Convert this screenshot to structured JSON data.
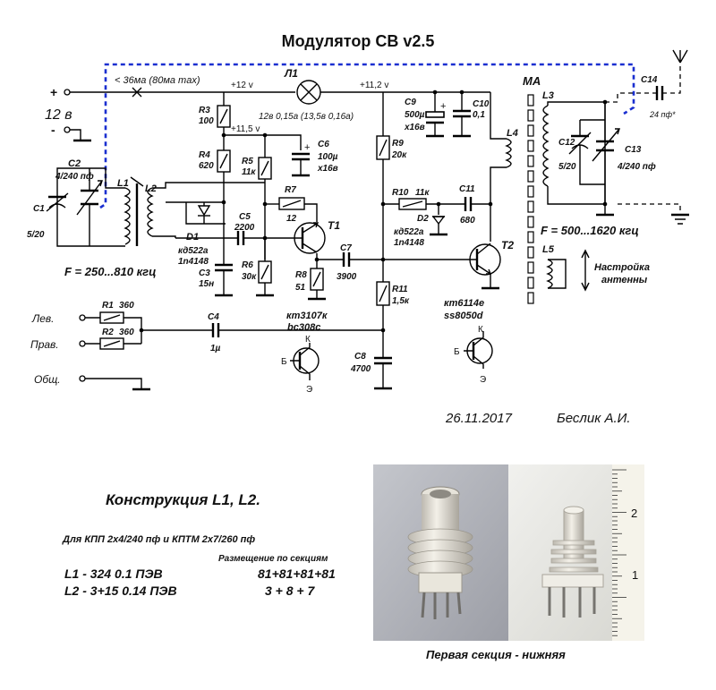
{
  "title": "Модулятор СВ  v2.5",
  "date": "26.11.2017",
  "author": "Беслик А.И.",
  "supply": {
    "voltage": "12 в",
    "plus": "+",
    "minus": "-"
  },
  "current_note": "< 36ма  (80ма max)",
  "rails": {
    "v12": "+12 v",
    "v115": "+11,5 v",
    "v112": "+11,2 v"
  },
  "lamp": {
    "ref": "Л1",
    "value": "12в 0,15а  (13,5в 0,16а)"
  },
  "components": {
    "c1": {
      "ref": "C1",
      "value": "5/20"
    },
    "c2": {
      "ref": "C2",
      "value": "4/240 пф"
    },
    "l1": {
      "ref": "L1"
    },
    "l2": {
      "ref": "L2"
    },
    "r3": {
      "ref": "R3",
      "value": "100"
    },
    "r4": {
      "ref": "R4",
      "value": "620"
    },
    "r5": {
      "ref": "R5",
      "value": "11к"
    },
    "r6": {
      "ref": "R6",
      "value": "30к"
    },
    "r7": {
      "ref": "R7",
      "value": "12"
    },
    "r8": {
      "ref": "R8",
      "value": "51"
    },
    "r9": {
      "ref": "R9",
      "value": "20к"
    },
    "r10": {
      "ref": "R10",
      "value": "11к"
    },
    "r11": {
      "ref": "R11",
      "value": "1,5к"
    },
    "c3": {
      "ref": "C3",
      "value": "15н"
    },
    "c5": {
      "ref": "C5",
      "value": "2200"
    },
    "c6": {
      "ref": "C6",
      "value1": "100µ",
      "value2": "x16в"
    },
    "c7": {
      "ref": "C7",
      "value": "3900"
    },
    "c8": {
      "ref": "C8",
      "value": "4700"
    },
    "c9": {
      "ref": "C9",
      "value1": "500µ",
      "value2": "x16в"
    },
    "c10": {
      "ref": "C10",
      "value": "0,1"
    },
    "c11": {
      "ref": "C11",
      "value": "680"
    },
    "c12": {
      "ref": "C12",
      "value": "5/20"
    },
    "c13": {
      "ref": "C13",
      "value": "4/240 пф"
    },
    "c14": {
      "ref": "C14",
      "value": "24 пф*"
    },
    "d1": {
      "ref": "D1",
      "value1": "кд522а",
      "value2": "1n4148"
    },
    "d2": {
      "ref": "D2",
      "value1": "кд522а",
      "value2": "1n4148"
    },
    "t1": {
      "ref": "T1",
      "value1": "кт3107к",
      "value2": "bc308c"
    },
    "t2": {
      "ref": "T2",
      "value1": "кт6114е",
      "value2": "ss8050d"
    },
    "l3": {
      "ref": "L3"
    },
    "l4": {
      "ref": "L4"
    },
    "l5": {
      "ref": "L5"
    },
    "ma": {
      "ref": "МА"
    },
    "r1": {
      "ref": "R1",
      "value": "360"
    },
    "r2": {
      "ref": "R2",
      "value": "360"
    },
    "c4": {
      "ref": "C4",
      "value": "1µ"
    }
  },
  "inputs": {
    "left": "Лев.",
    "right": "Прав.",
    "common": "Общ."
  },
  "freq1": "F = 250...810 кгц",
  "freq2": "F = 500...1620 кгц",
  "antenna_note": {
    "line1": "Настройка",
    "line2": "антенны"
  },
  "pinout": {
    "k": "К",
    "b": "Б",
    "e": "Э"
  },
  "construction": {
    "title": "Конструкция  L1, L2.",
    "subtitle": "Для  КПП 2х4/240 пф и  КПТМ 2х7/260 пф",
    "placement_label": "Размещение по секциям",
    "l1_line": "L1 - 324    0.1  ПЭВ",
    "l1_sections": "81+81+81+81",
    "l2_line": "L2 - 3+15  0.14  ПЭВ",
    "l2_sections": "3 + 8 + 7",
    "photo_caption": "Первая секция - нижняя"
  },
  "ruler": {
    "ticks": [
      "1",
      "2"
    ],
    "unit": "cm"
  }
}
